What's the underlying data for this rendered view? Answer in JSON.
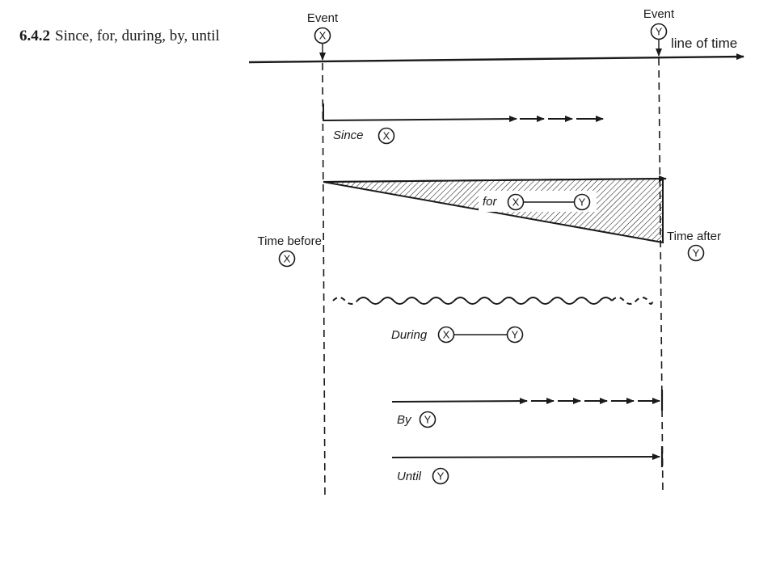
{
  "heading": {
    "number": "6.4.2",
    "title": "Since, for, during, by, until"
  },
  "events": {
    "x": {
      "label": "Event",
      "symbol": "X"
    },
    "y": {
      "label": "Event",
      "symbol": "Y"
    }
  },
  "timeline_label": "line of time",
  "since": {
    "label": "Since",
    "symbol": "X"
  },
  "for": {
    "label": "for",
    "from": "X",
    "to": "Y"
  },
  "time_before": {
    "label": "Time before",
    "symbol": "X"
  },
  "time_after": {
    "label": "Time after",
    "symbol": "Y"
  },
  "during": {
    "label": "During",
    "from": "X",
    "to": "Y"
  },
  "by": {
    "label": "By",
    "symbol": "Y"
  },
  "until": {
    "label": "Until",
    "symbol": "Y"
  },
  "colors": {
    "ink": "#1a1a1a",
    "paper": "#ffffff"
  }
}
